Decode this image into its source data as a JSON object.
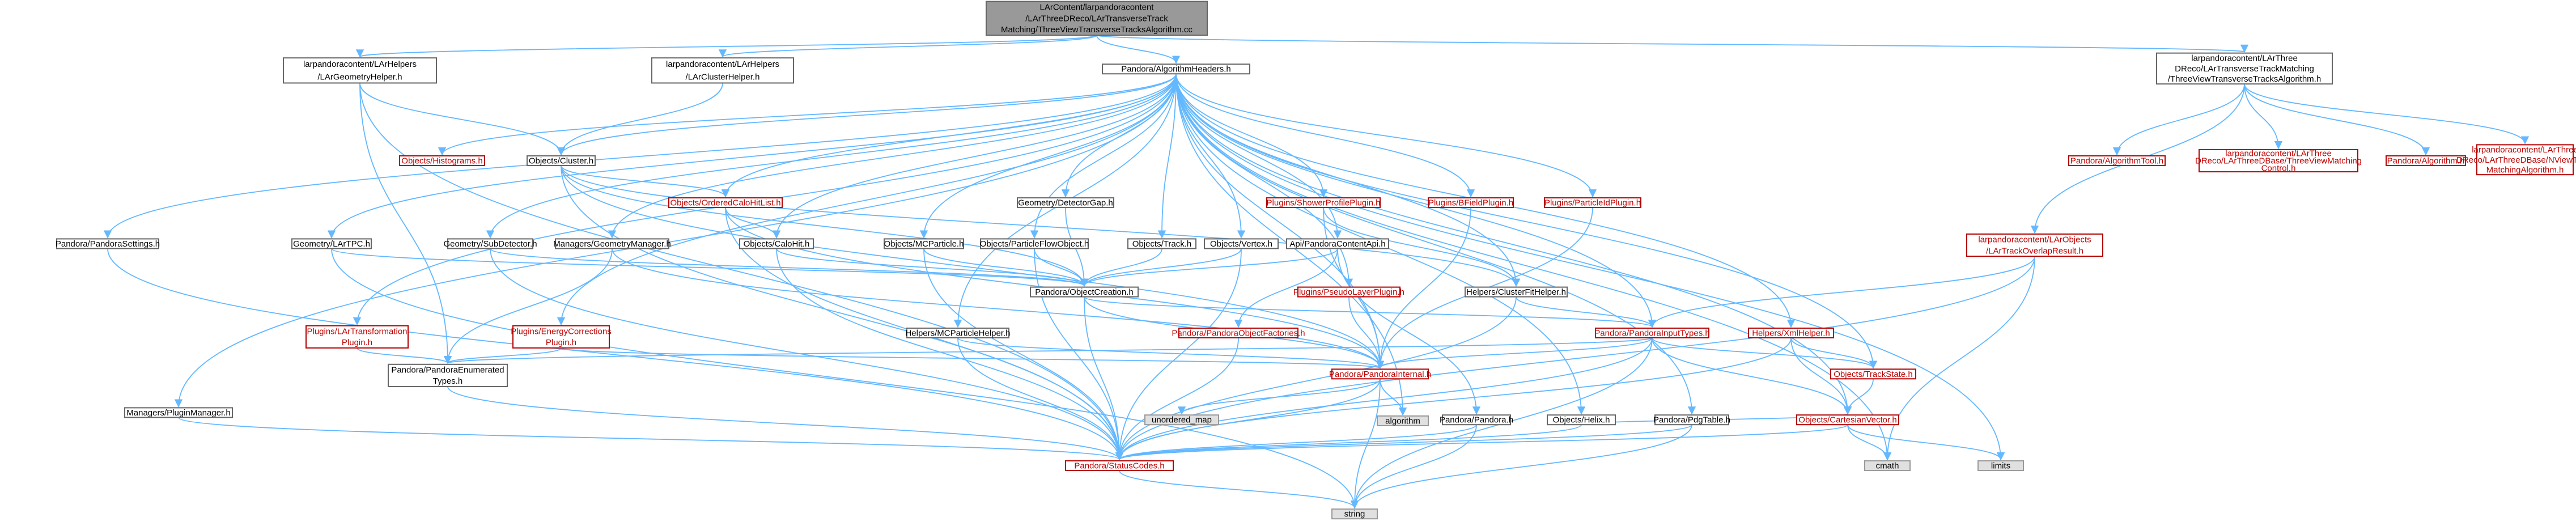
{
  "nodes": [
    {
      "id": "root",
      "kind": "root",
      "lines": [
        "LArContent/larpandoracontent",
        "/LArThreeDReco/LArTransverseTrack",
        "Matching/ThreeViewTransverseTracksAlgorithm.cc"
      ]
    },
    {
      "id": "geom_helper",
      "kind": "base",
      "lines": [
        "larpandoracontent/LArHelpers",
        "/LArGeometryHelper.h"
      ]
    },
    {
      "id": "cluster_helper",
      "kind": "base",
      "lines": [
        "larpandoracontent/LArHelpers",
        "/LArClusterHelper.h"
      ]
    },
    {
      "id": "alg_headers",
      "kind": "base",
      "lines": [
        "Pandora/AlgorithmHeaders.h"
      ]
    },
    {
      "id": "tvtt_alg",
      "kind": "base",
      "lines": [
        "larpandoracontent/LArThree",
        "DReco/LArTransverseTrackMatching",
        "/ThreeViewTransverseTracksAlgorithm.h"
      ]
    },
    {
      "id": "histograms",
      "kind": "red",
      "lines": [
        "Objects/Histograms.h"
      ]
    },
    {
      "id": "obj_cluster",
      "kind": "base",
      "lines": [
        "Objects/Cluster.h"
      ]
    },
    {
      "id": "alg_tool",
      "kind": "red",
      "lines": [
        "Pandora/AlgorithmTool.h"
      ]
    },
    {
      "id": "three_view_matching",
      "kind": "red",
      "lines": [
        "larpandoracontent/LArThree",
        "DReco/LArThreeDBase/ThreeViewMatching",
        "Control.h"
      ]
    },
    {
      "id": "algorithm",
      "kind": "red",
      "lines": [
        "Pandora/Algorithm.h"
      ]
    },
    {
      "id": "ntensor",
      "kind": "red",
      "lines": [
        "larpandoracontent/LArThree",
        "DReco/LArThreeDBase/NViewTrack",
        "MatchingAlgorithm.h"
      ]
    },
    {
      "id": "ordered_calohit",
      "kind": "red",
      "lines": [
        "Objects/OrderedCaloHitList.h"
      ]
    },
    {
      "id": "detector_gap",
      "kind": "base",
      "lines": [
        "Geometry/DetectorGap.h"
      ]
    },
    {
      "id": "shower_profile",
      "kind": "red",
      "lines": [
        "Plugins/ShowerProfilePlugin.h"
      ]
    },
    {
      "id": "bfield",
      "kind": "red",
      "lines": [
        "Plugins/BFieldPlugin.h"
      ]
    },
    {
      "id": "particle_id",
      "kind": "red",
      "lines": [
        "Plugins/ParticleIdPlugin.h"
      ]
    },
    {
      "id": "overlap_result",
      "kind": "red",
      "lines": [
        "larpandoracontent/LArObjects",
        "/LArTrackOverlapResult.h"
      ]
    },
    {
      "id": "pandora_settings",
      "kind": "base",
      "lines": [
        "Pandora/PandoraSettings.h"
      ]
    },
    {
      "id": "lartpc",
      "kind": "base",
      "lines": [
        "Geometry/LArTPC.h"
      ]
    },
    {
      "id": "sub_detector",
      "kind": "base",
      "lines": [
        "Geometry/SubDetector.h"
      ]
    },
    {
      "id": "geometry_manager",
      "kind": "base",
      "lines": [
        "Managers/GeometryManager.h"
      ]
    },
    {
      "id": "calohit",
      "kind": "base",
      "lines": [
        "Objects/CaloHit.h"
      ]
    },
    {
      "id": "mcparticle",
      "kind": "base",
      "lines": [
        "Objects/MCParticle.h"
      ]
    },
    {
      "id": "pfo",
      "kind": "base",
      "lines": [
        "Objects/ParticleFlowObject.h"
      ]
    },
    {
      "id": "track",
      "kind": "base",
      "lines": [
        "Objects/Track.h"
      ]
    },
    {
      "id": "vertex",
      "kind": "base",
      "lines": [
        "Objects/Vertex.h"
      ]
    },
    {
      "id": "content_api",
      "kind": "base",
      "lines": [
        "Api/PandoraContentApi.h"
      ]
    },
    {
      "id": "object_creation",
      "kind": "base",
      "lines": [
        "Pandora/ObjectCreation.h"
      ]
    },
    {
      "id": "pseudo_layer",
      "kind": "red",
      "lines": [
        "Plugins/PseudoLayerPlugin.h"
      ]
    },
    {
      "id": "cluster_fit",
      "kind": "base",
      "lines": [
        "Helpers/ClusterFitHelper.h"
      ]
    },
    {
      "id": "lar_transformation",
      "kind": "red",
      "lines": [
        "Plugins/LArTransformation",
        "Plugin.h"
      ]
    },
    {
      "id": "energy_corrections",
      "kind": "red",
      "lines": [
        "Plugins/EnergyCorrections",
        "Plugin.h"
      ]
    },
    {
      "id": "mcparticle_helper",
      "kind": "base",
      "lines": [
        "Helpers/MCParticleHelper.h"
      ]
    },
    {
      "id": "object_factories",
      "kind": "red",
      "lines": [
        "Pandora/PandoraObjectFactories.h"
      ]
    },
    {
      "id": "input_types",
      "kind": "red",
      "lines": [
        "Pandora/PandoraInputTypes.h"
      ]
    },
    {
      "id": "xml_helper",
      "kind": "red",
      "lines": [
        "Helpers/XmlHelper.h"
      ]
    },
    {
      "id": "enumerated_types",
      "kind": "base",
      "lines": [
        "Pandora/PandoraEnumerated",
        "Types.h"
      ]
    },
    {
      "id": "pandora_internal",
      "kind": "red",
      "lines": [
        "Pandora/PandoraInternal.h"
      ]
    },
    {
      "id": "track_state",
      "kind": "red",
      "lines": [
        "Objects/TrackState.h"
      ]
    },
    {
      "id": "plugin_manager",
      "kind": "base",
      "lines": [
        "Managers/PluginManager.h"
      ]
    },
    {
      "id": "unordered_map",
      "kind": "gray",
      "lines": [
        "unordered_map"
      ]
    },
    {
      "id": "algorithm_std",
      "kind": "gray",
      "lines": [
        "algorithm"
      ]
    },
    {
      "id": "pandora_h",
      "kind": "base",
      "lines": [
        "Pandora/Pandora.h"
      ]
    },
    {
      "id": "helix",
      "kind": "base",
      "lines": [
        "Objects/Helix.h"
      ]
    },
    {
      "id": "cartesian",
      "kind": "red",
      "lines": [
        "Objects/CartesianVector.h"
      ]
    },
    {
      "id": "pdg_table",
      "kind": "base",
      "lines": [
        "Pandora/PdgTable.h"
      ]
    },
    {
      "id": "cmath",
      "kind": "gray",
      "lines": [
        "cmath"
      ]
    },
    {
      "id": "limits",
      "kind": "gray",
      "lines": [
        "limits"
      ]
    },
    {
      "id": "status_codes",
      "kind": "red",
      "lines": [
        "Pandora/StatusCodes.h"
      ]
    },
    {
      "id": "string",
      "kind": "gray",
      "lines": [
        "string"
      ]
    }
  ],
  "edges": [
    [
      "root",
      "geom_helper"
    ],
    [
      "root",
      "cluster_helper"
    ],
    [
      "root",
      "alg_headers"
    ],
    [
      "root",
      "tvtt_alg"
    ],
    [
      "geom_helper",
      "obj_cluster"
    ],
    [
      "geom_helper",
      "enumerated_types"
    ],
    [
      "geom_helper",
      "status_codes"
    ],
    [
      "cluster_helper",
      "obj_cluster"
    ],
    [
      "alg_headers",
      "histograms"
    ],
    [
      "alg_headers",
      "obj_cluster"
    ],
    [
      "alg_headers",
      "ordered_calohit"
    ],
    [
      "alg_headers",
      "detector_gap"
    ],
    [
      "alg_headers",
      "shower_profile"
    ],
    [
      "alg_headers",
      "bfield"
    ],
    [
      "alg_headers",
      "particle_id"
    ],
    [
      "alg_headers",
      "pandora_settings"
    ],
    [
      "alg_headers",
      "lartpc"
    ],
    [
      "alg_headers",
      "sub_detector"
    ],
    [
      "alg_headers",
      "geometry_manager"
    ],
    [
      "alg_headers",
      "calohit"
    ],
    [
      "alg_headers",
      "mcparticle"
    ],
    [
      "alg_headers",
      "pfo"
    ],
    [
      "alg_headers",
      "track"
    ],
    [
      "alg_headers",
      "vertex"
    ],
    [
      "alg_headers",
      "content_api"
    ],
    [
      "alg_headers",
      "pseudo_layer"
    ],
    [
      "alg_headers",
      "cluster_fit"
    ],
    [
      "alg_headers",
      "lar_transformation"
    ],
    [
      "alg_headers",
      "energy_corrections"
    ],
    [
      "alg_headers",
      "mcparticle_helper"
    ],
    [
      "alg_headers",
      "input_types"
    ],
    [
      "alg_headers",
      "xml_helper"
    ],
    [
      "alg_headers",
      "plugin_manager"
    ],
    [
      "alg_headers",
      "helix"
    ],
    [
      "alg_headers",
      "track_state"
    ],
    [
      "alg_headers",
      "pdg_table"
    ],
    [
      "alg_headers",
      "cartesian"
    ],
    [
      "alg_headers",
      "cmath"
    ],
    [
      "alg_headers",
      "limits"
    ],
    [
      "alg_headers",
      "pandora_internal"
    ],
    [
      "alg_headers",
      "algorithm_std"
    ],
    [
      "tvtt_alg",
      "alg_tool"
    ],
    [
      "tvtt_alg",
      "three_view_matching"
    ],
    [
      "tvtt_alg",
      "algorithm"
    ],
    [
      "tvtt_alg",
      "ntensor"
    ],
    [
      "tvtt_alg",
      "overlap_result"
    ],
    [
      "obj_cluster",
      "ordered_calohit"
    ],
    [
      "obj_cluster",
      "object_creation"
    ],
    [
      "obj_cluster",
      "pandora_internal"
    ],
    [
      "obj_cluster",
      "status_codes"
    ],
    [
      "obj_cluster",
      "cluster_fit"
    ],
    [
      "ordered_calohit",
      "calohit"
    ],
    [
      "ordered_calohit",
      "pandora_internal"
    ],
    [
      "ordered_calohit",
      "status_codes"
    ],
    [
      "calohit",
      "object_creation"
    ],
    [
      "calohit",
      "status_codes"
    ],
    [
      "mcparticle",
      "object_creation"
    ],
    [
      "mcparticle",
      "status_codes"
    ],
    [
      "pfo",
      "object_creation"
    ],
    [
      "pfo",
      "status_codes"
    ],
    [
      "track",
      "object_creation"
    ],
    [
      "vertex",
      "object_creation"
    ],
    [
      "vertex",
      "status_codes"
    ],
    [
      "detector_gap",
      "object_creation"
    ],
    [
      "lartpc",
      "object_creation"
    ],
    [
      "lartpc",
      "string"
    ],
    [
      "sub_detector",
      "object_creation"
    ],
    [
      "sub_detector",
      "status_codes"
    ],
    [
      "geometry_manager",
      "enumerated_types"
    ],
    [
      "geometry_manager",
      "pandora_internal"
    ],
    [
      "content_api",
      "object_creation"
    ],
    [
      "content_api",
      "object_factories"
    ],
    [
      "content_api",
      "pandora_h"
    ],
    [
      "shower_profile",
      "pandora_internal"
    ],
    [
      "shower_profile",
      "cluster_fit"
    ],
    [
      "bfield",
      "pandora_internal"
    ],
    [
      "particle_id",
      "pandora_internal"
    ],
    [
      "pseudo_layer",
      "pandora_internal"
    ],
    [
      "object_creation",
      "input_types"
    ],
    [
      "object_creation",
      "pandora_internal"
    ],
    [
      "object_creation",
      "status_codes"
    ],
    [
      "cluster_fit",
      "input_types"
    ],
    [
      "cluster_fit",
      "status_codes"
    ],
    [
      "lar_transformation",
      "enumerated_types"
    ],
    [
      "energy_corrections",
      "enumerated_types"
    ],
    [
      "energy_corrections",
      "pandora_internal"
    ],
    [
      "mcparticle_helper",
      "pandora_internal"
    ],
    [
      "mcparticle_helper",
      "status_codes"
    ],
    [
      "object_factories",
      "status_codes"
    ],
    [
      "input_types",
      "enumerated_types"
    ],
    [
      "input_types",
      "pandora_internal"
    ],
    [
      "input_types",
      "track_state"
    ],
    [
      "input_types",
      "cartesian"
    ],
    [
      "input_types",
      "status_codes"
    ],
    [
      "input_types",
      "string"
    ],
    [
      "xml_helper",
      "track_state"
    ],
    [
      "xml_helper",
      "cartesian"
    ],
    [
      "xml_helper",
      "status_codes"
    ],
    [
      "overlap_result",
      "input_types"
    ],
    [
      "overlap_result",
      "cmath"
    ],
    [
      "overlap_result",
      "status_codes"
    ],
    [
      "pandora_settings",
      "status_codes"
    ],
    [
      "plugin_manager",
      "status_codes"
    ],
    [
      "enumerated_types",
      "status_codes"
    ],
    [
      "pandora_internal",
      "unordered_map"
    ],
    [
      "pandora_internal",
      "algorithm_std"
    ],
    [
      "pandora_internal",
      "string"
    ],
    [
      "pandora_internal",
      "status_codes"
    ],
    [
      "track_state",
      "cartesian"
    ],
    [
      "helix",
      "cartesian"
    ],
    [
      "helix",
      "status_codes"
    ],
    [
      "cartesian",
      "cmath"
    ],
    [
      "cartesian",
      "limits"
    ],
    [
      "cartesian",
      "status_codes"
    ],
    [
      "pdg_table",
      "status_codes"
    ],
    [
      "pdg_table",
      "string"
    ],
    [
      "pandora_h",
      "status_codes"
    ],
    [
      "pandora_h",
      "string"
    ],
    [
      "status_codes",
      "string"
    ]
  ]
}
